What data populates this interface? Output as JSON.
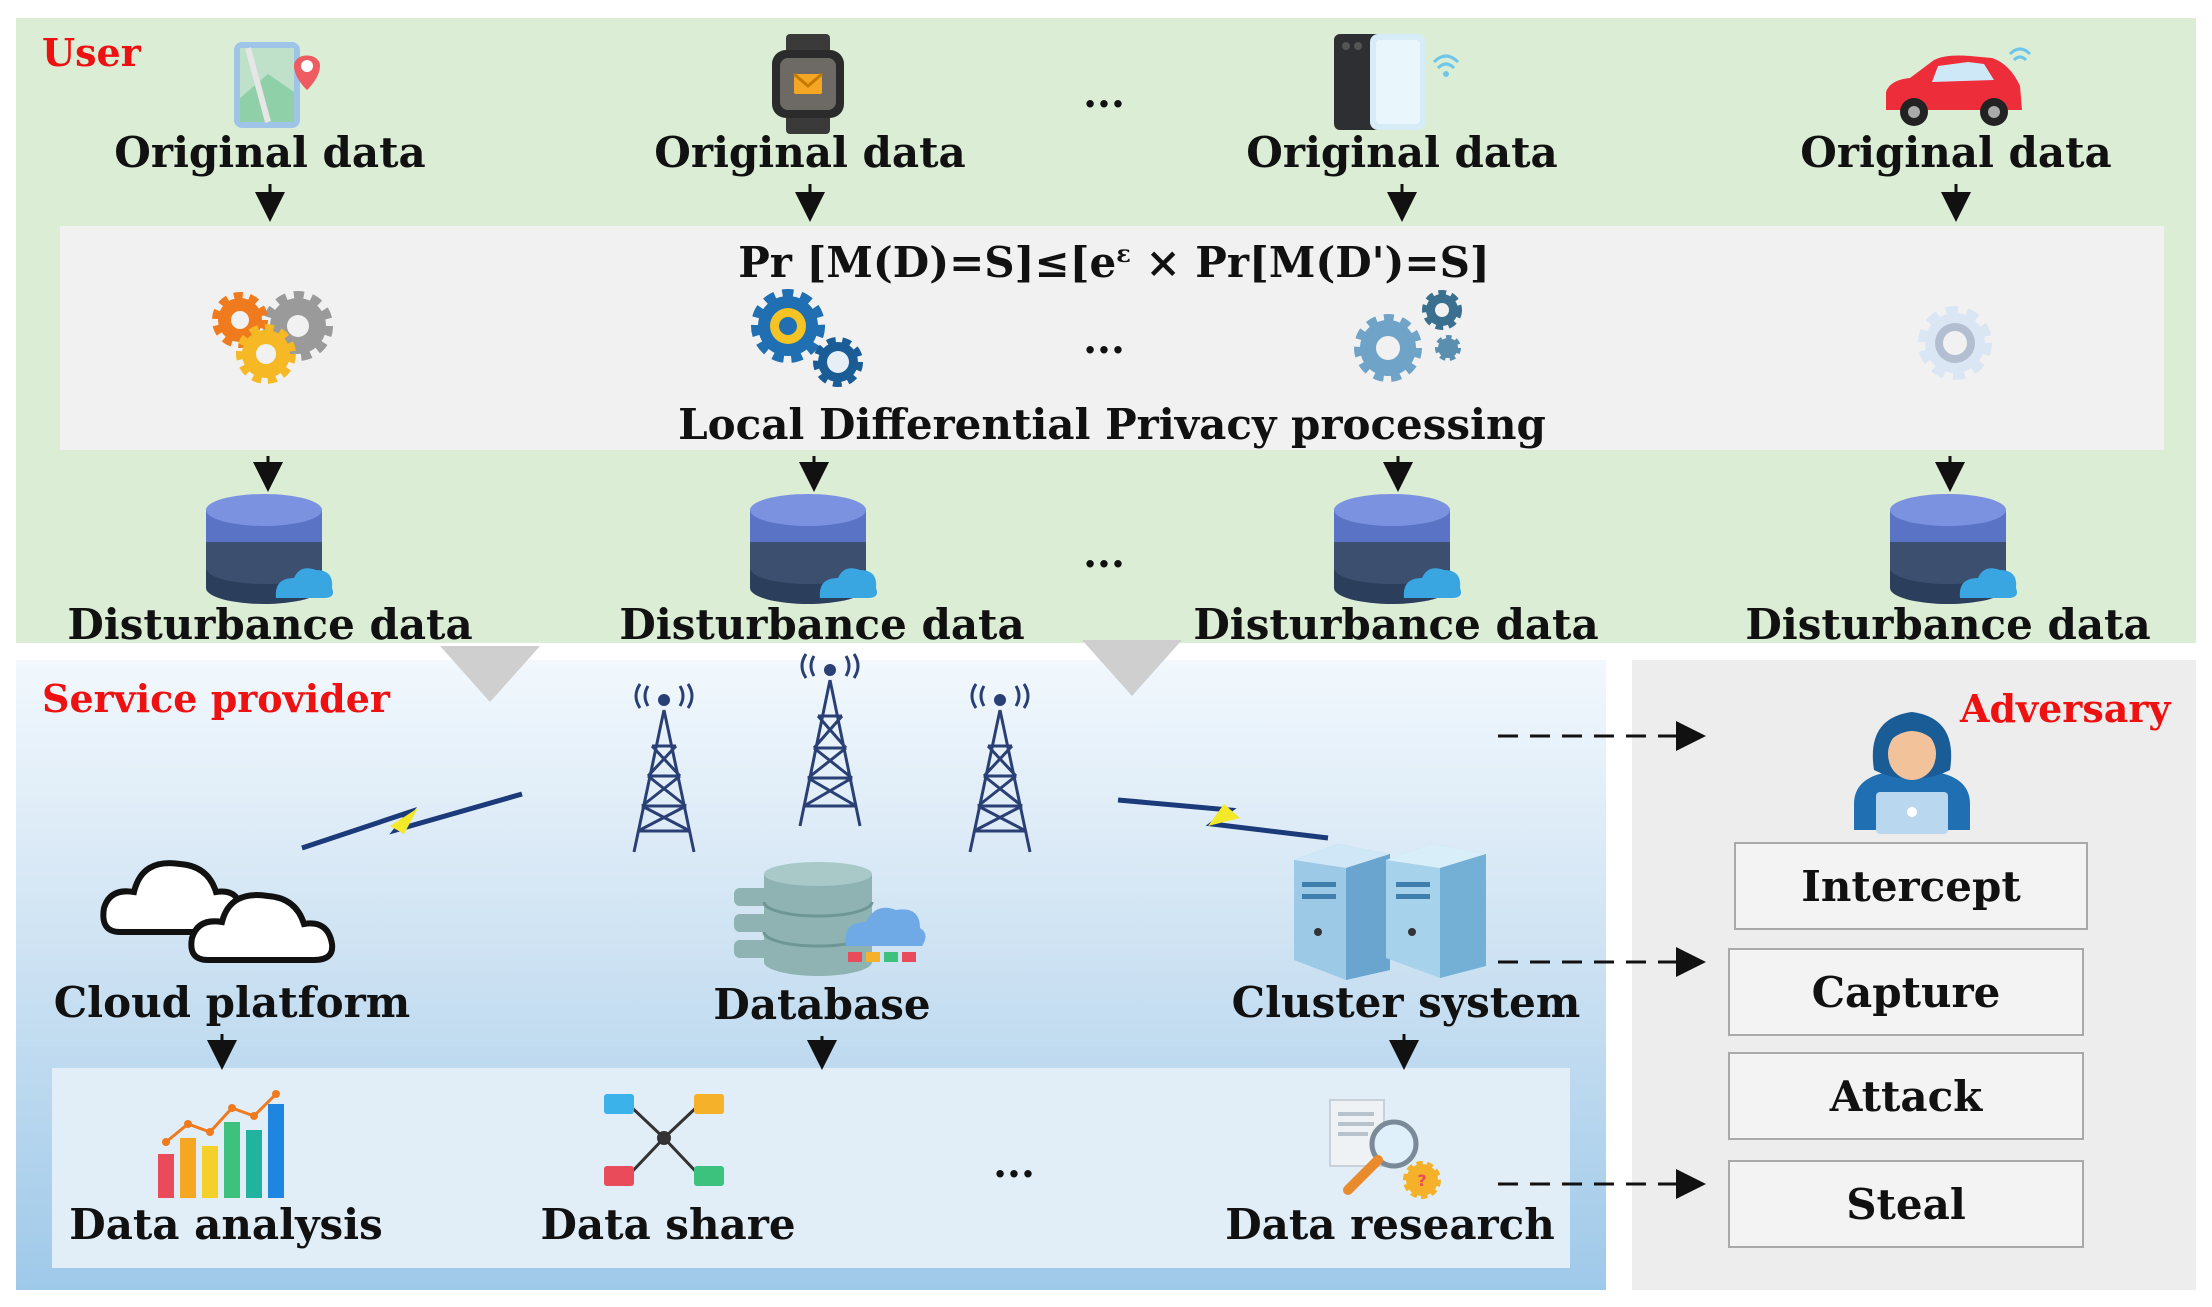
{
  "user": {
    "label": "User",
    "devices": [
      {
        "icon": "map-location-icon",
        "original": "Original data",
        "processor": "orange-gear-icon",
        "disturbance": "Disturbance data"
      },
      {
        "icon": "smartwatch-icon",
        "original": "Original data",
        "processor": "blue-gear-icon",
        "disturbance": "Disturbance data"
      },
      {
        "icon": "smartphone-icon",
        "original": "Original data",
        "processor": "teal-gear-icon",
        "disturbance": "Disturbance data"
      },
      {
        "icon": "connected-car-icon",
        "original": "Original data",
        "processor": "light-gear-icon",
        "disturbance": "Disturbance data"
      }
    ],
    "ellipsis": "...",
    "formula": {
      "left": "Pr [M(D)=S]≤[e",
      "sup": "ε",
      "right": " × Pr[M(D')=S]"
    },
    "ldp_label": "Local Differential Privacy processing"
  },
  "provider": {
    "label": "Service provider",
    "nodes": [
      "Cloud platform",
      "Database",
      "Cluster system"
    ],
    "apps": [
      "Data analysis",
      "Data share",
      "Data research"
    ],
    "ellipsis": "..."
  },
  "adversary": {
    "label": "Adversary",
    "actions": [
      "Intercept",
      "Capture",
      "Attack",
      "Steal"
    ]
  },
  "colors": {
    "user_bg": "#dcedd6",
    "provider_bg": "#cfe3f3",
    "adversary_bg": "#ededed",
    "accent_red": "#ee1111"
  }
}
